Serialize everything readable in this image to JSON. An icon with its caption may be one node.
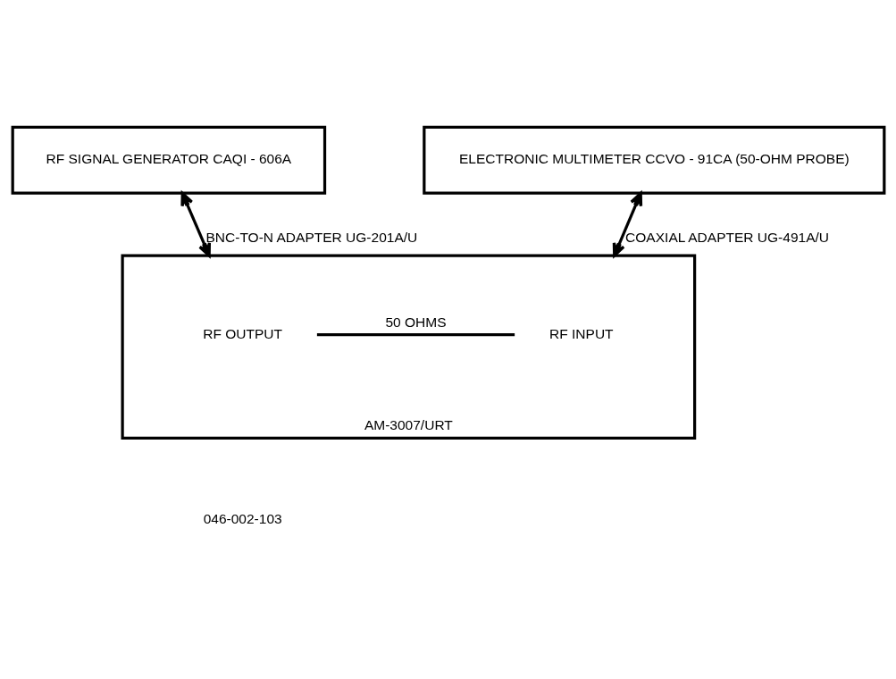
{
  "diagram": {
    "nodes": [
      {
        "text": [
          "RF SIGNAL GENERATOR CAQI - 606A"
        ]
      },
      {
        "text": [
          "ELECTRONIC MULTIMETER CCVO - 91CA (50-OHM PROBE)"
        ]
      },
      {
        "text": [
          "AM-3007/URT"
        ]
      },
      {
        "text": [
          "RF OUTPUT"
        ],
        "in": 2
      },
      {
        "text": [
          "RF INPUT"
        ],
        "in": 2
      }
    ],
    "edges": [
      {
        "from": 0,
        "to": 2,
        "arrow": "both",
        "label": "BNC-TO-N ADAPTER UG-201A/U"
      },
      {
        "from": 1,
        "to": 2,
        "arrow": "both",
        "label": "COAXIAL ADAPTER UG-491A/U"
      },
      {
        "from": 3,
        "to": 4,
        "arrow": "none",
        "label": "50 OHMS"
      }
    ],
    "labels": [
      "046-002-103"
    ]
  }
}
